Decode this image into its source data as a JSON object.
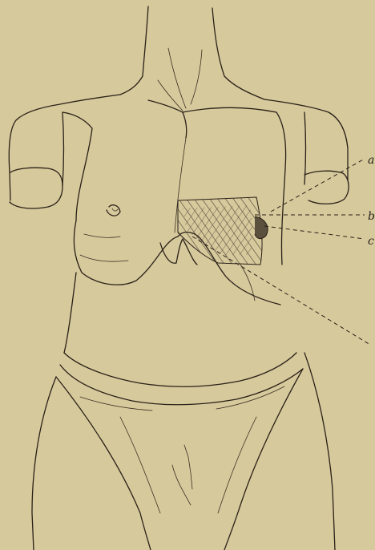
{
  "figure": {
    "colors": {
      "paper": "#d6c99c",
      "ink": "#2a2118",
      "hatch": "#4a3f33"
    },
    "labels": {
      "a": "a",
      "b": "b",
      "c": "c"
    }
  }
}
